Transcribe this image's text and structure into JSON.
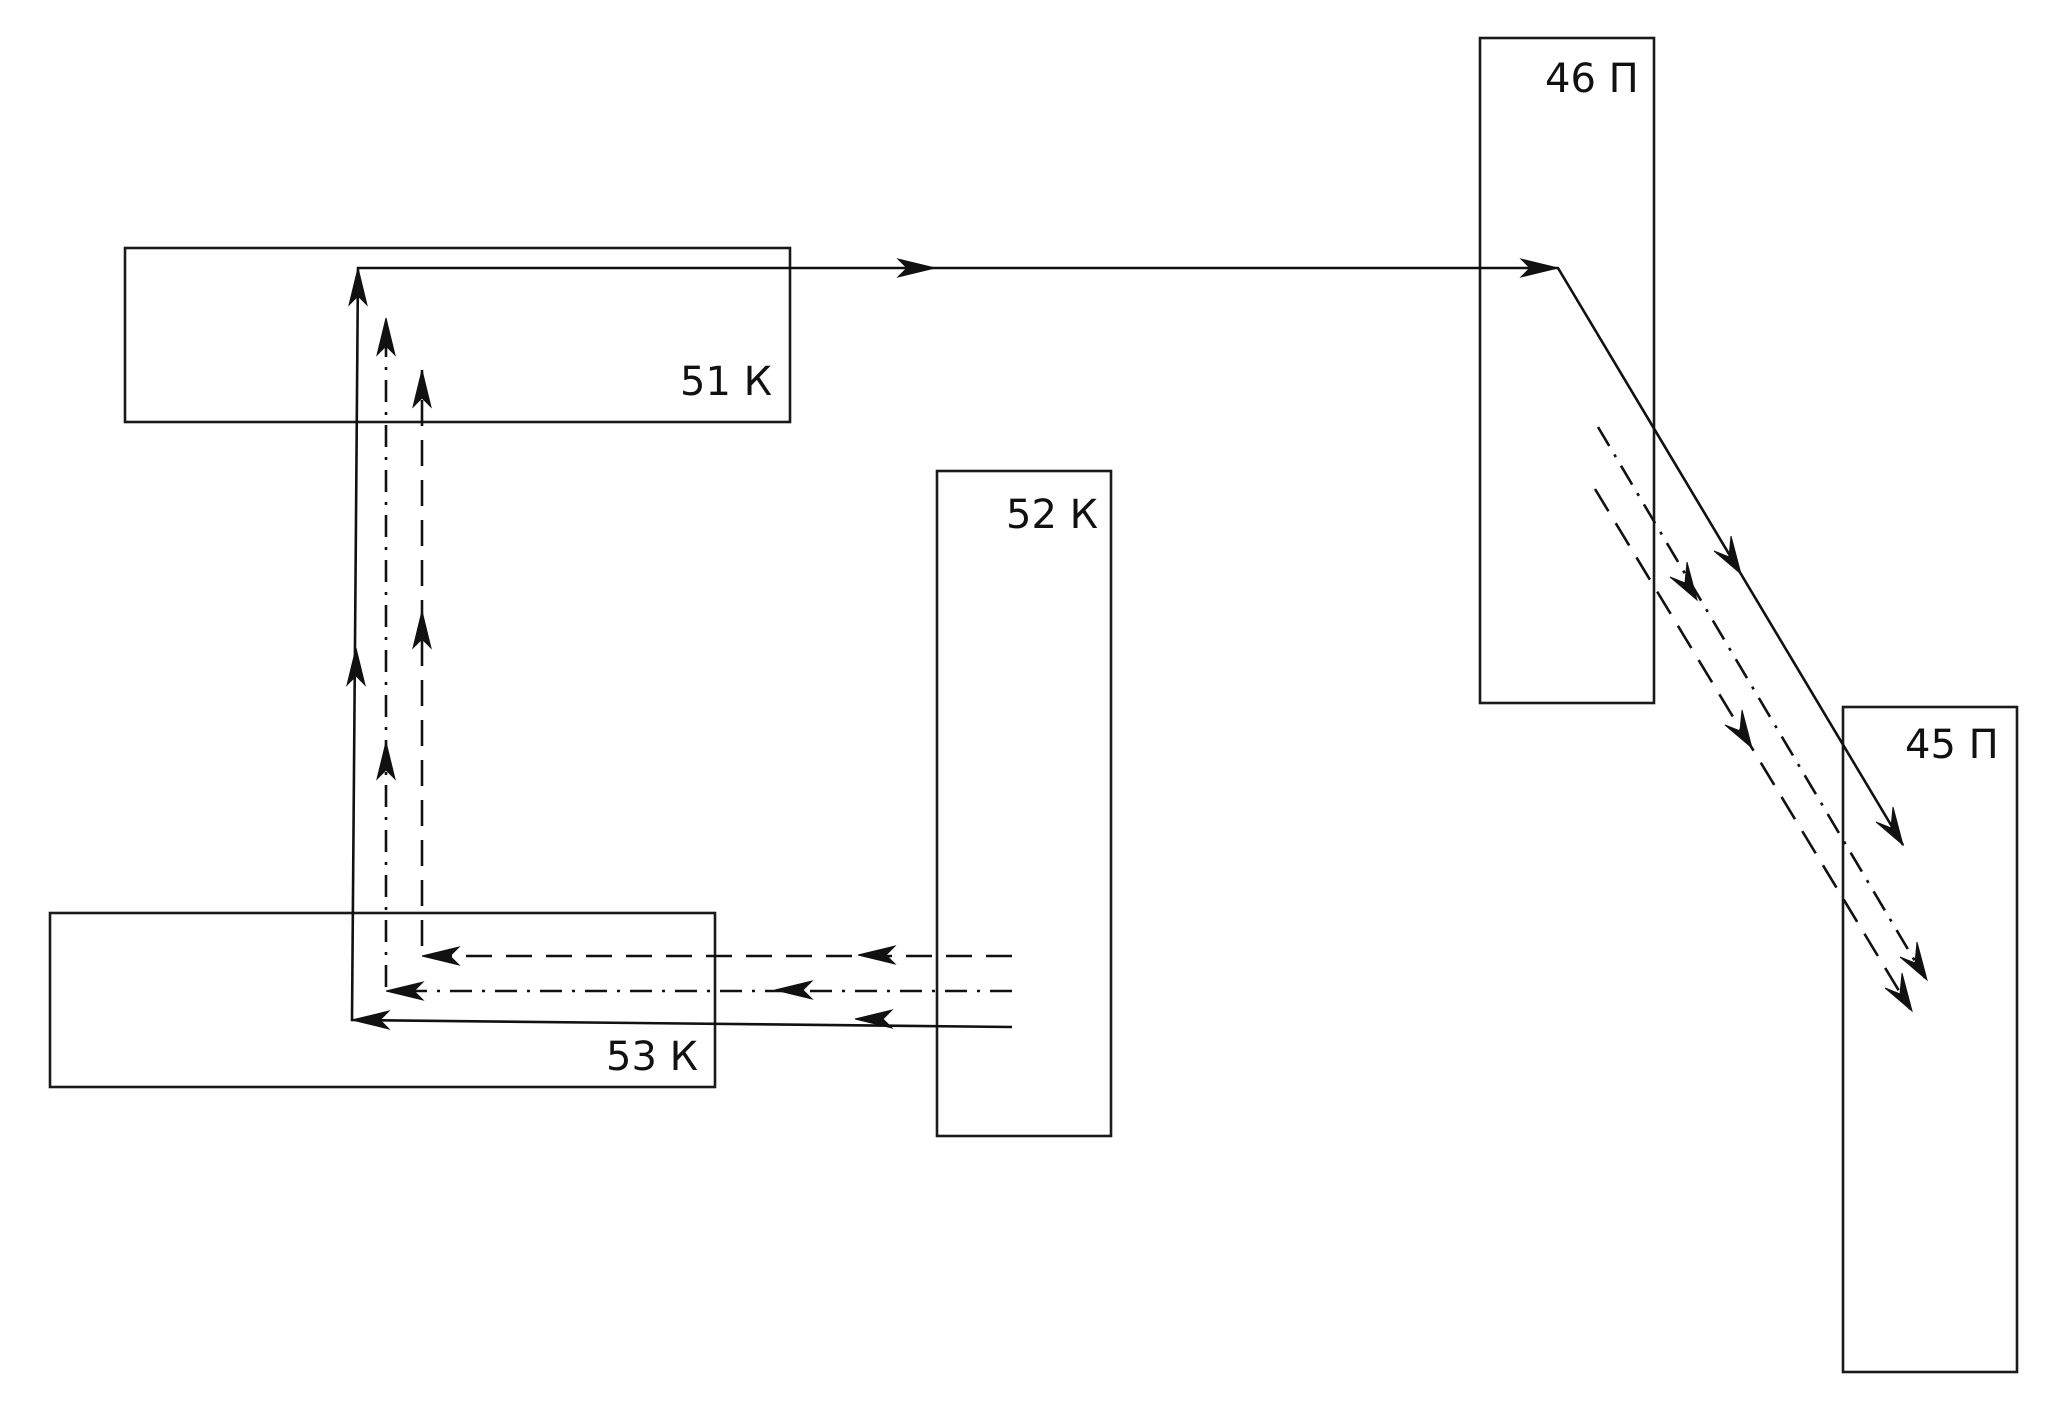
{
  "diagram": {
    "title": "",
    "blocks": [
      {
        "id": "b51",
        "label": "51 К"
      },
      {
        "id": "b52",
        "label": "52 К"
      },
      {
        "id": "b53",
        "label": "53 К"
      },
      {
        "id": "b46",
        "label": "46 П"
      },
      {
        "id": "b45",
        "label": "45 П"
      }
    ],
    "line_styles": {
      "solid": "solid",
      "dashed": "dashed",
      "dashdot": "dash-dot"
    },
    "colors": {
      "stroke": "#111111",
      "background": "#ffffff"
    }
  }
}
